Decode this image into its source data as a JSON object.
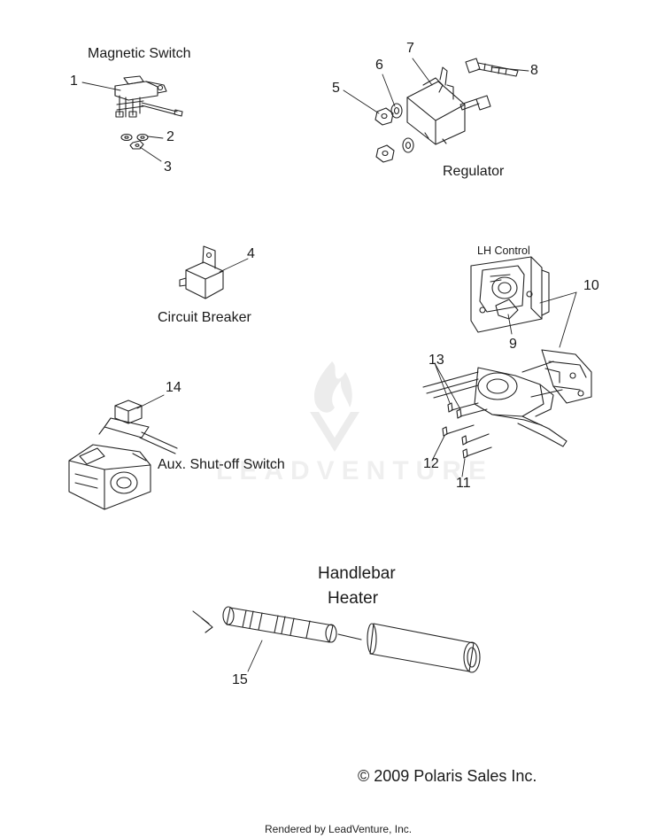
{
  "labels": {
    "magnetic_switch": "Magnetic Switch",
    "regulator": "Regulator",
    "circuit_breaker": "Circuit Breaker",
    "lh_control": "LH Control",
    "aux_shutoff_switch": "Aux. Shut-off Switch",
    "handlebar": "Handlebar",
    "heater": "Heater"
  },
  "callouts": {
    "c1": "1",
    "c2": "2",
    "c3": "3",
    "c4": "4",
    "c5": "5",
    "c6": "6",
    "c7": "7",
    "c8": "8",
    "c9": "9",
    "c10": "10",
    "c11": "11",
    "c12": "12",
    "c13": "13",
    "c14": "14",
    "c15": "15"
  },
  "copyright": "© 2009 Polaris Sales Inc.",
  "footer": "Rendered by LeadVenture, Inc.",
  "watermark": "LEADVENTURE",
  "colors": {
    "line": "#222222",
    "background": "#ffffff"
  }
}
